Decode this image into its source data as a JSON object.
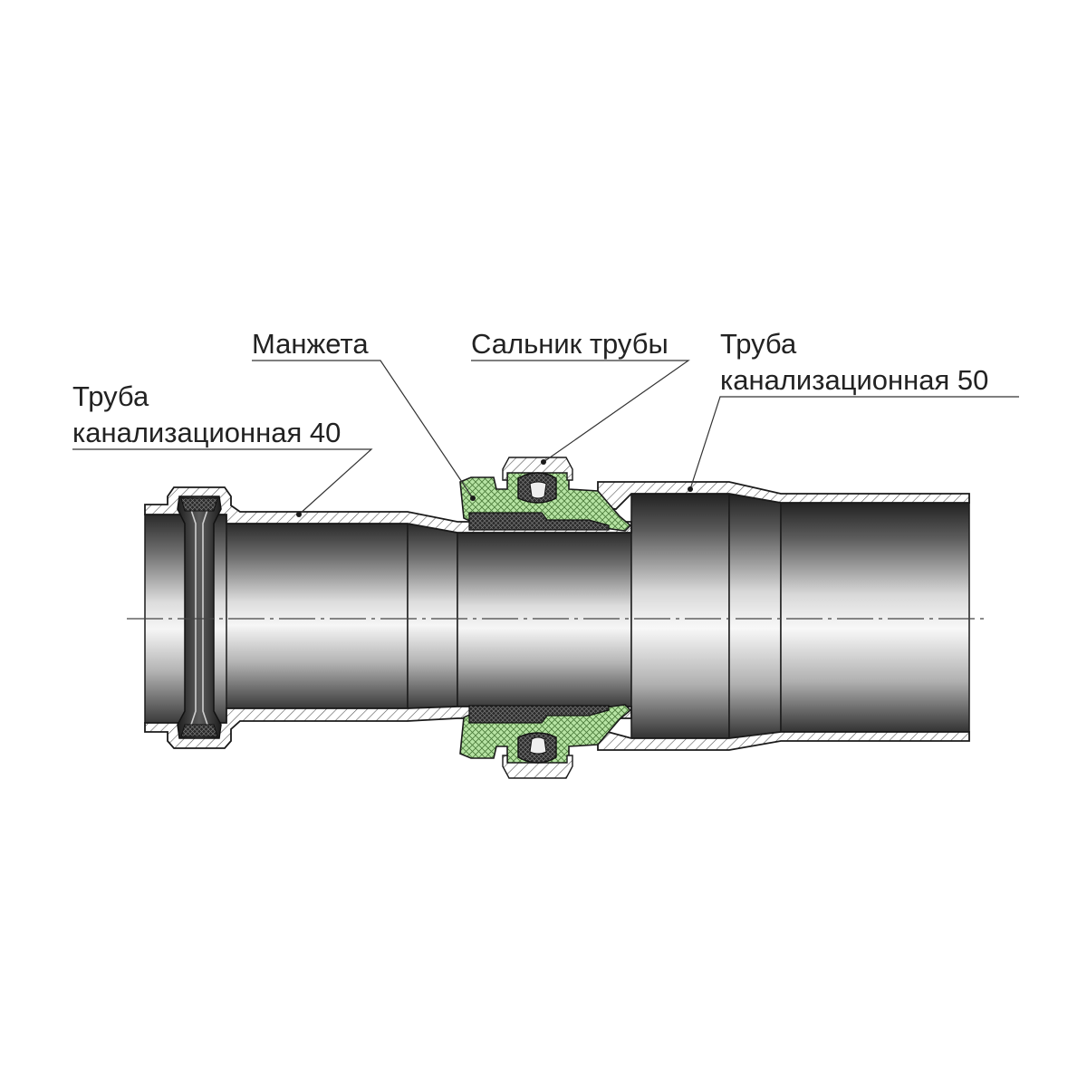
{
  "labels": {
    "pipe_40_line1": "Труба",
    "pipe_40_line2": "канализационная 40",
    "cuff": "Манжета",
    "gland": "Сальник трубы",
    "pipe_50_line1": "Труба",
    "pipe_50_line2": "канализационная 50"
  },
  "colors": {
    "background": "#ffffff",
    "outline": "#1a1a1a",
    "hatch": "#555555",
    "gland_fill": "#b6e3a3",
    "rubber_dark": "#2a2a2a",
    "bore_dark": "#262626",
    "bore_light": "#f4f4f4",
    "leader": "#333333"
  }
}
